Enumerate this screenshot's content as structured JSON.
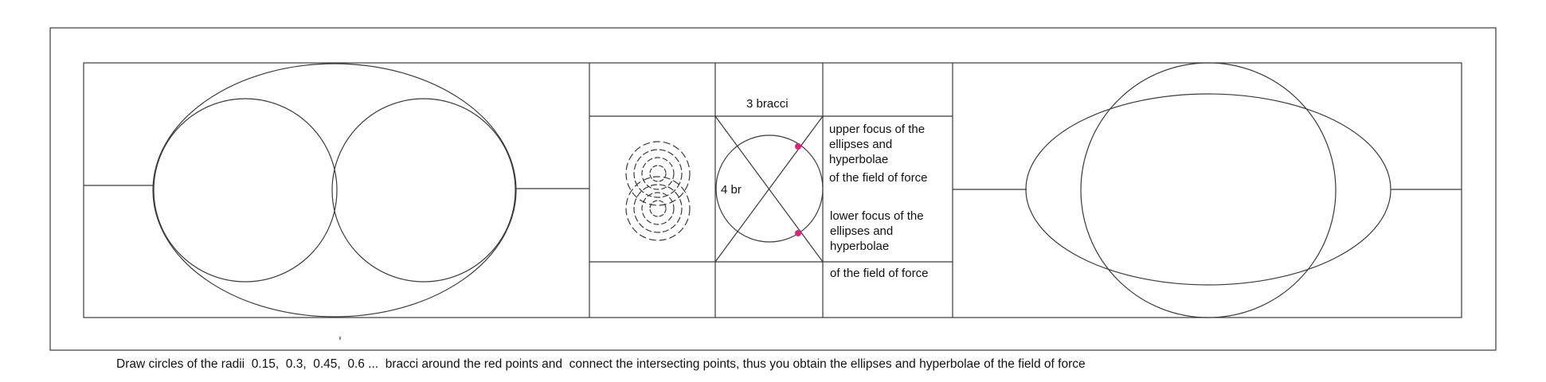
{
  "labels": {
    "three_bracci": "3 bracci",
    "four_br": "4 br",
    "upper_focus_1": "upper focus of the",
    "upper_focus_2": "ellipses and",
    "upper_focus_3": "hyperbolae",
    "upper_field": "of the field of force",
    "lower_focus_1": "lower focus of the",
    "lower_focus_2": "ellipses and",
    "lower_focus_3": "hyperbolae",
    "lower_field": "of the field of force"
  },
  "caption": "Draw circles of the radii  0.15,  0.3,  0.45,  0.6 ...  bracci around the red points and  connect the intersecting points, thus you obtain the ellipses and hyperbolae of the field of force",
  "colors": {
    "line": "#3a3a3a",
    "focus_point": "#e0207a",
    "background": "#ffffff"
  }
}
